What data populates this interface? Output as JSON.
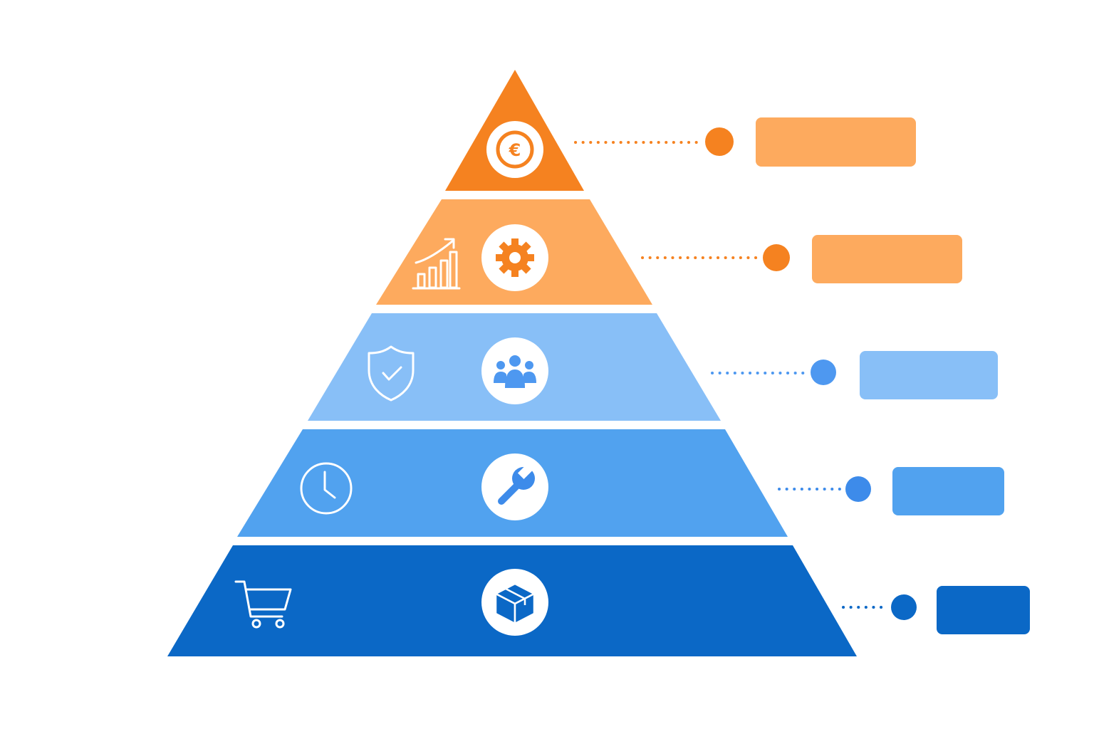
{
  "tiers": [
    {
      "id": "top",
      "color": "#F58220",
      "dot_color": "#F58220",
      "label_color": "#FDAA5E",
      "center_icon": "euro-coin-icon",
      "side_icon": null,
      "label": ""
    },
    {
      "id": "second",
      "color": "#FDAA5E",
      "dot_color": "#F58220",
      "label_color": "#FDAA5E",
      "center_icon": "gear-icon",
      "side_icon": "growth-chart-icon",
      "label": ""
    },
    {
      "id": "third",
      "color": "#88BFF7",
      "dot_color": "#4E98F0",
      "label_color": "#88BFF7",
      "center_icon": "team-icon",
      "side_icon": "shield-check-icon",
      "label": ""
    },
    {
      "id": "fourth",
      "color": "#51A2EF",
      "dot_color": "#3D8BEA",
      "label_color": "#51A2EF",
      "center_icon": "wrench-icon",
      "side_icon": "clock-icon",
      "label": ""
    },
    {
      "id": "base",
      "color": "#0B68C6",
      "dot_color": "#0B68C6",
      "label_color": "#0B68C6",
      "center_icon": "package-box-icon",
      "side_icon": "shopping-cart-icon",
      "label": ""
    }
  ]
}
